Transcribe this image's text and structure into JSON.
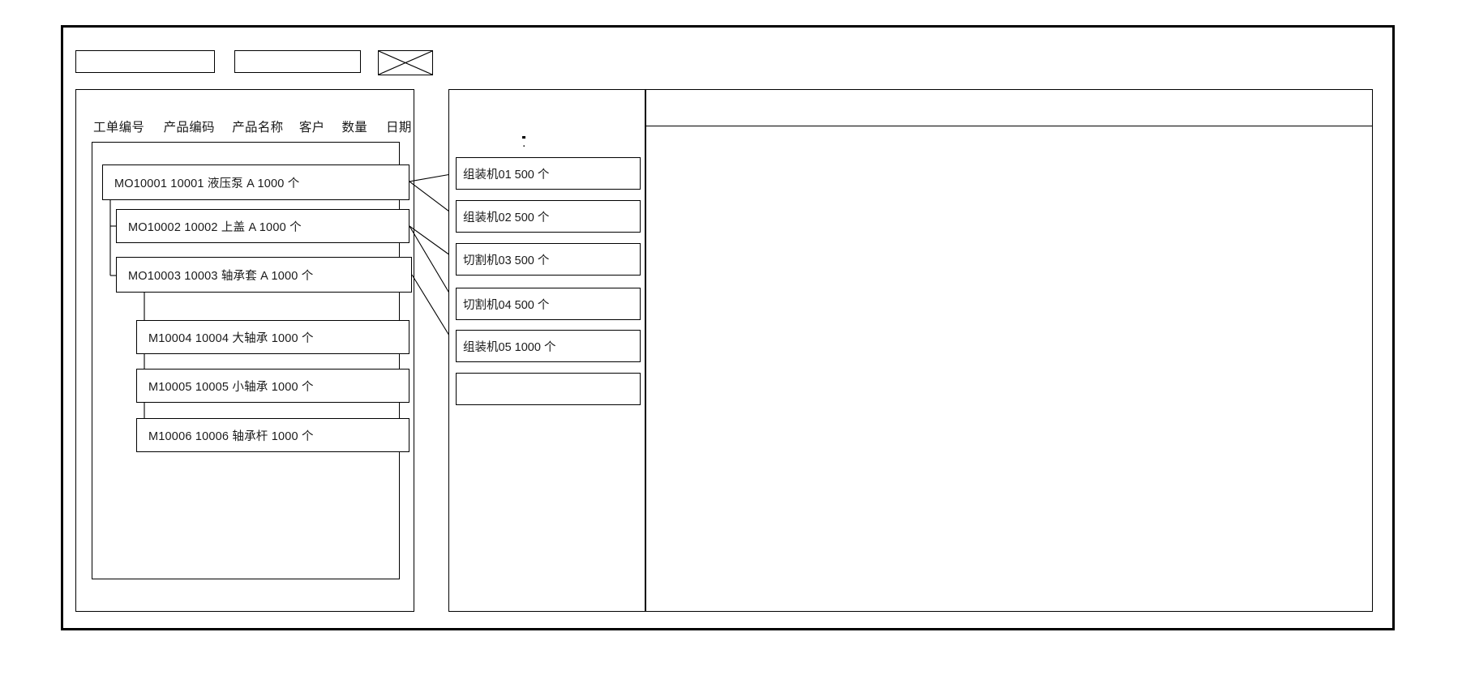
{
  "window": {
    "title": ""
  },
  "toolbar": {
    "box1_label": "",
    "box2_label": "",
    "image_placeholder_icon": "crossed-box-image-placeholder-icon"
  },
  "left_panel": {
    "columns": [
      "工单编号",
      "产品编码",
      "产品名称",
      "客户",
      "数量",
      "日期"
    ],
    "tree": [
      {
        "id": "MO10001",
        "level": 0,
        "text": "MO10001    10001   液压泵    A     1000  个",
        "order_no": "MO10001",
        "product_code": "10001",
        "product_name": "液压泵",
        "customer": "A",
        "quantity": "1000",
        "unit": "个"
      },
      {
        "id": "MO10002",
        "level": 1,
        "text": "MO10002  10002   上盖  A   1000   个",
        "order_no": "MO10002",
        "product_code": "10002",
        "product_name": "上盖",
        "customer": "A",
        "quantity": "1000",
        "unit": "个"
      },
      {
        "id": "MO10003",
        "level": 1,
        "text": "MO10003  10003   轴承套 A   1000   个",
        "order_no": "MO10003",
        "product_code": "10003",
        "product_name": "轴承套",
        "customer": "A",
        "quantity": "1000",
        "unit": "个"
      },
      {
        "id": "M10004",
        "level": 2,
        "text": "M10004 10004  大轴承  1000   个",
        "order_no": "M10004",
        "product_code": "10004",
        "product_name": "大轴承",
        "customer": "",
        "quantity": "1000",
        "unit": "个"
      },
      {
        "id": "M10005",
        "level": 2,
        "text": "M10005  10005  小轴承  1000   个",
        "order_no": "M10005",
        "product_code": "10005",
        "product_name": "小轴承",
        "customer": "",
        "quantity": "1000",
        "unit": "个"
      },
      {
        "id": "M10006",
        "level": 2,
        "text": "M10006  10006  轴承杆  1000   个",
        "order_no": "M10006",
        "product_code": "10006",
        "product_name": "轴承杆",
        "customer": "",
        "quantity": "1000",
        "unit": "个"
      }
    ]
  },
  "middle_panel": {
    "marker": ".",
    "rows": [
      {
        "machine": "组装机01",
        "quantity": "500",
        "unit": "个",
        "text": "组装机01    500  个"
      },
      {
        "machine": "组装机02",
        "quantity": "500",
        "unit": "个",
        "text": "组装机02    500  个"
      },
      {
        "machine": "切割机03",
        "quantity": "500",
        "unit": "个",
        "text": "切割机03   500  个"
      },
      {
        "machine": "切割机04",
        "quantity": "500",
        "unit": "个",
        "text": "切割机04  500  个"
      },
      {
        "machine": "组装机05",
        "quantity": "1000",
        "unit": "个",
        "text": "组装机05  1000 个"
      },
      {
        "machine": "",
        "quantity": "",
        "unit": "",
        "text": ""
      }
    ]
  },
  "right_panel": {
    "header_text": "",
    "body_text": ""
  },
  "links": [
    {
      "from": "MO10001",
      "to": "组装机01"
    },
    {
      "from": "MO10001",
      "to": "组装机02"
    },
    {
      "from": "MO10002",
      "to": "切割机03"
    },
    {
      "from": "MO10002",
      "to": "切割机04"
    },
    {
      "from": "MO10003",
      "to": "组装机05"
    }
  ],
  "colors": {
    "stroke": "#000000",
    "background": "#ffffff",
    "text": "#1a1a1a"
  }
}
